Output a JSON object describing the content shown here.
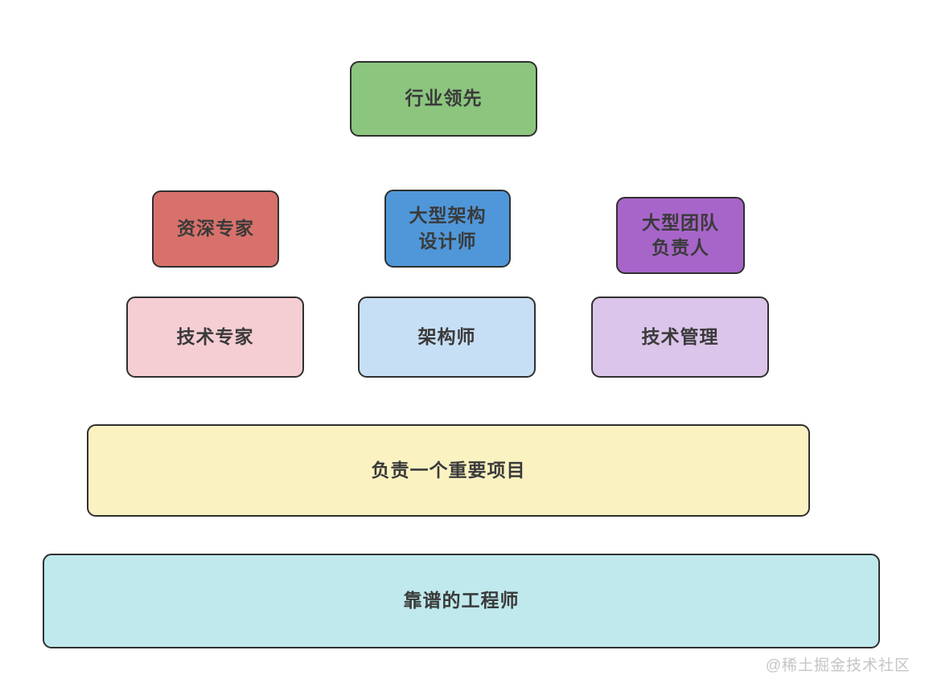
{
  "page": {
    "background_color": "#ffffff",
    "watermark": "@稀土掘金技术社区",
    "watermark_color": "#c5c5c5"
  },
  "diagram": {
    "type": "block-pyramid",
    "border_color": "#303030",
    "text_color": "#3a3a3a",
    "nodes": [
      {
        "id": "industry-leading",
        "label": "行业领先",
        "bg": "#8CC57E",
        "level": 5
      },
      {
        "id": "senior-expert",
        "label": "资深专家",
        "bg": "#D8716B",
        "level": 4
      },
      {
        "id": "large-architecture-designer",
        "label": "大型架构\n设计师",
        "bg": "#4F97D9",
        "level": 4
      },
      {
        "id": "large-team-leader",
        "label": "大型团队\n负责人",
        "bg": "#A765C9",
        "level": 4
      },
      {
        "id": "technical-expert",
        "label": "技术专家",
        "bg": "#F5CED3",
        "level": 3
      },
      {
        "id": "architect",
        "label": "架构师",
        "bg": "#C7DFF4",
        "level": 3
      },
      {
        "id": "technical-management",
        "label": "技术管理",
        "bg": "#DBC5EA",
        "level": 3
      },
      {
        "id": "lead-important-project",
        "label": "负责一个重要项目",
        "bg": "#FAF2C1",
        "level": 2
      },
      {
        "id": "reliable-engineer",
        "label": "靠谱的工程师",
        "bg": "#BFE9EC",
        "level": 1
      }
    ]
  }
}
